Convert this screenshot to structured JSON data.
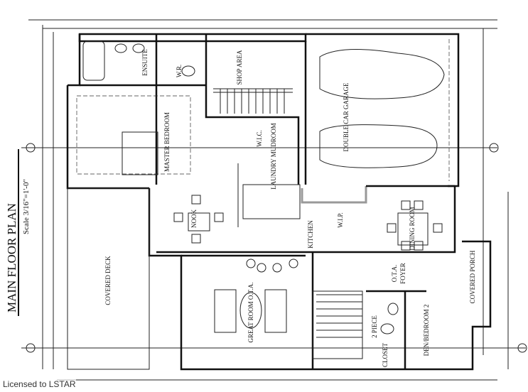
{
  "title": "MAIN FLOOR PLAN",
  "scale": "Scale 3/16\"=1'-0\"",
  "rooms": {
    "ensuite": "ENSUITE",
    "wr": "W.R.",
    "shop": "SHOP AREA",
    "master": "MASTER BEDROOM",
    "wic": "W.I.C.",
    "laundry": "LAUNDRY MUDROOM",
    "garage": "DOUBLE CAR GARAGE",
    "nook": "NOOK",
    "kitchen": "KITCHEN",
    "wip": "W.I.P.",
    "dining": "DINING ROOM",
    "deck": "COVERED DECK",
    "great": "GREAT ROOM O.T.A.",
    "ota": "O.T.A.",
    "foyer": "FOYER",
    "twopiece": "2 PIECE",
    "bedroom2": "DEN/BEDROOM 2",
    "closet": "CLOSET",
    "porch": "COVERED PORCH"
  },
  "watermark": "Licensed to LSTAR"
}
